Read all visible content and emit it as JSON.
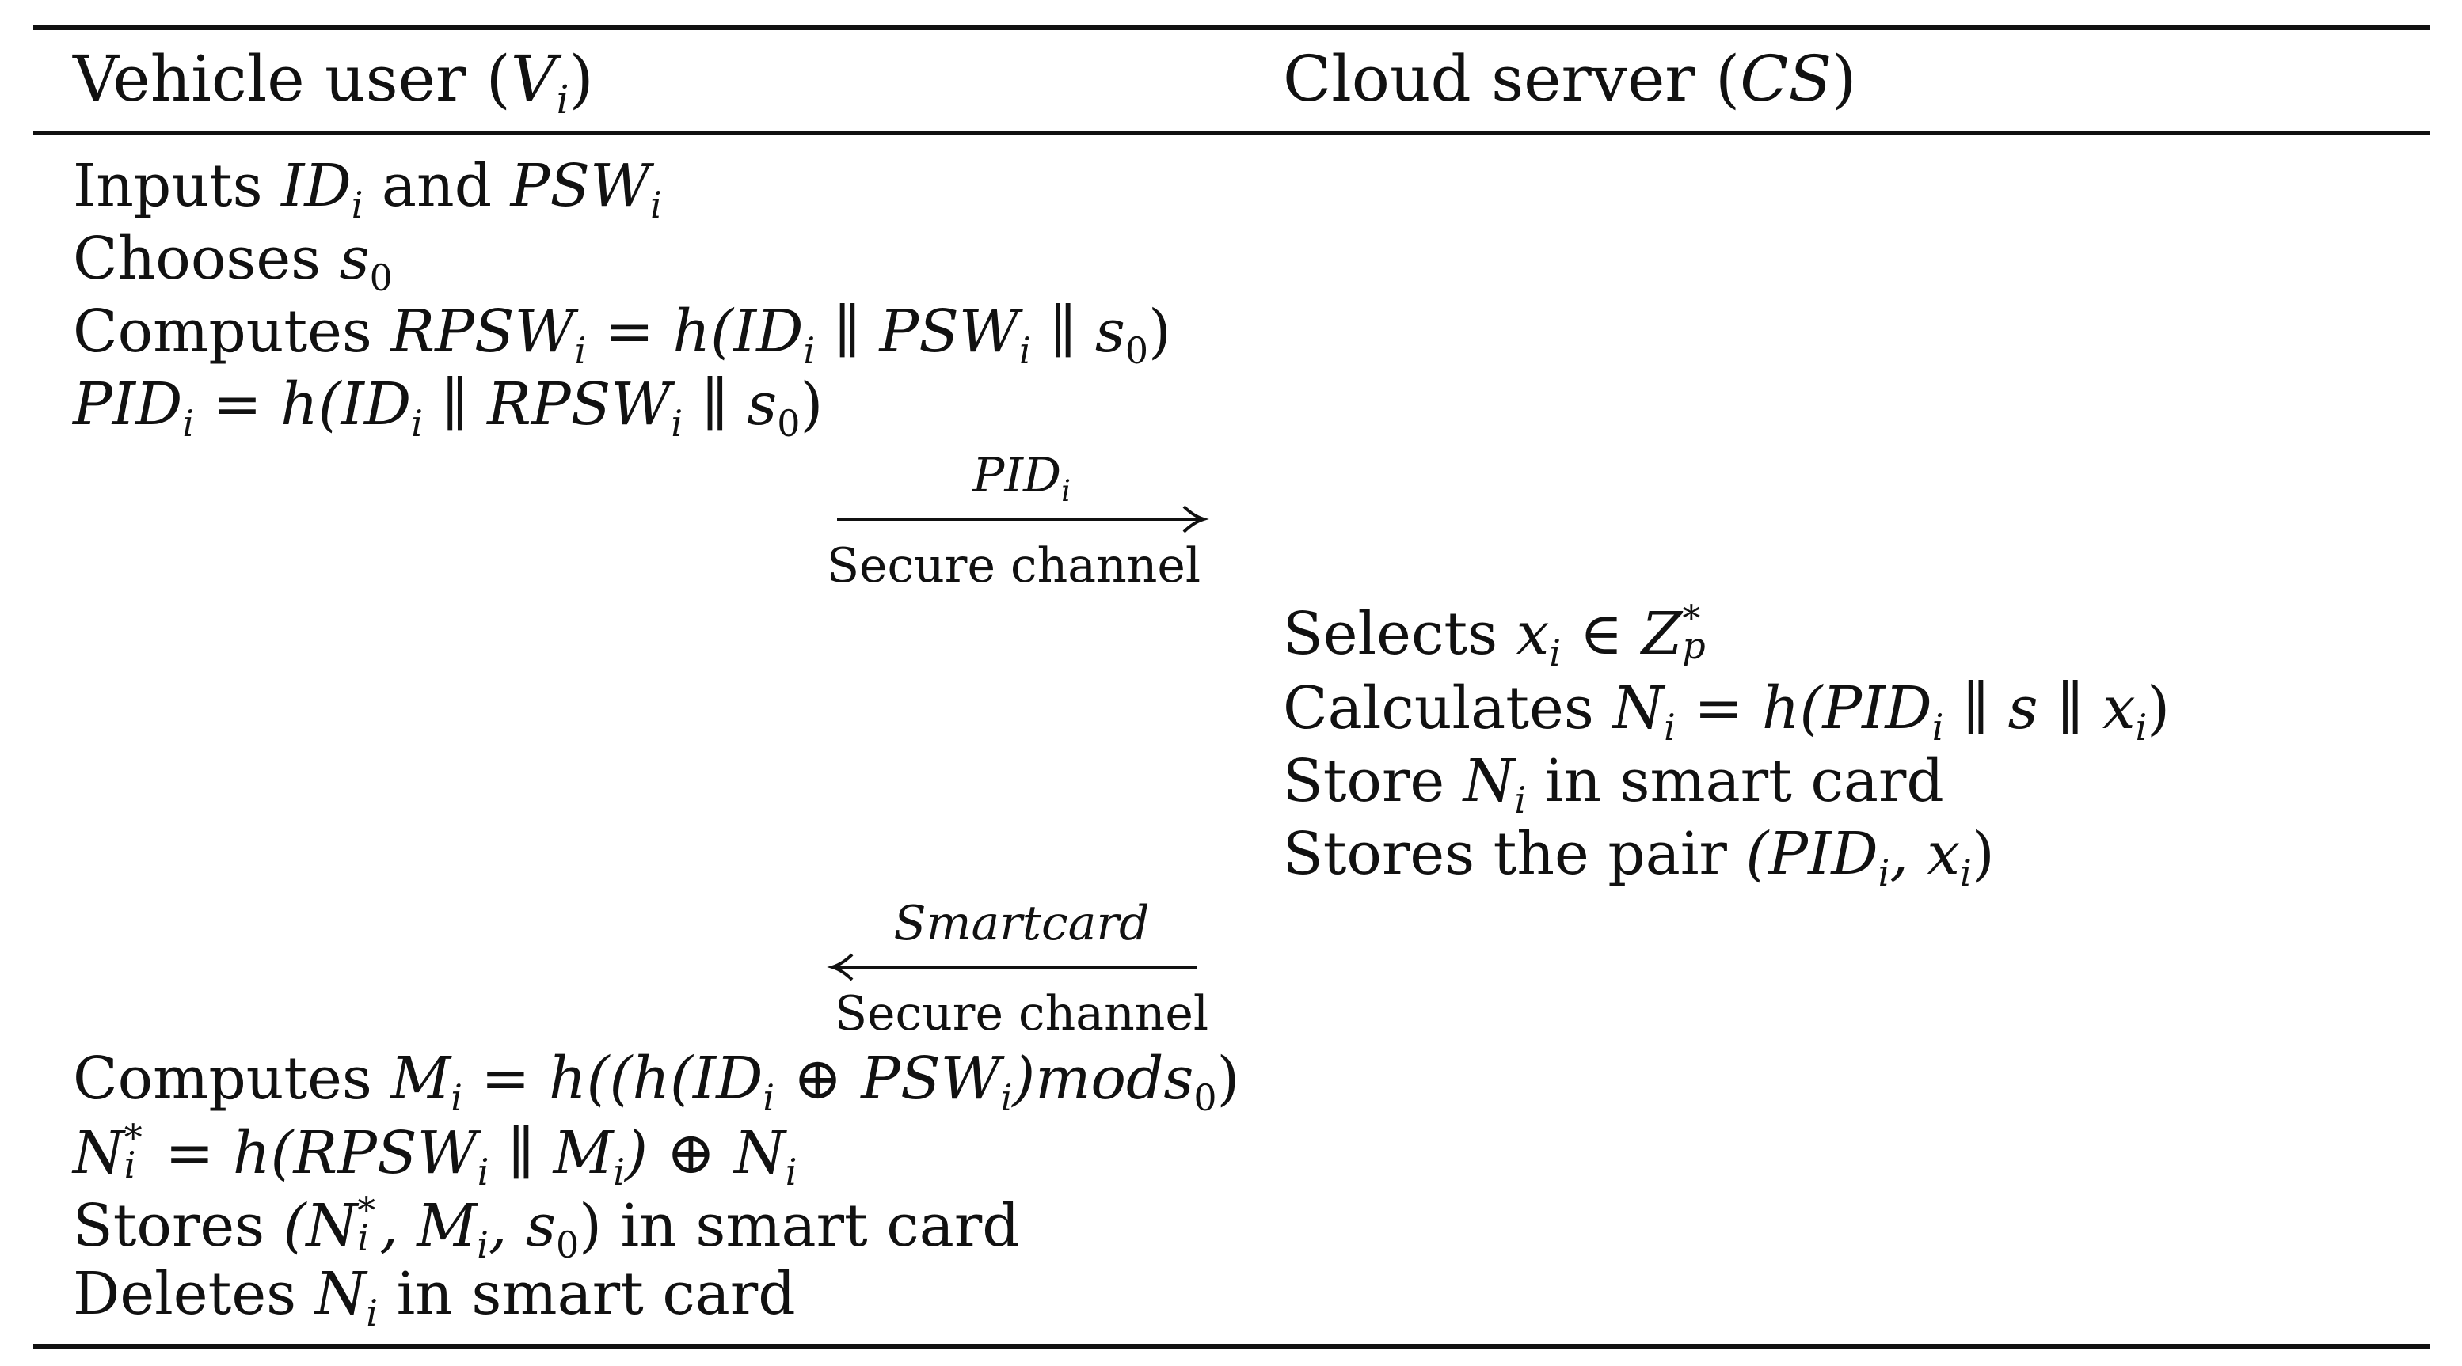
{
  "header": {
    "left_title": "Vehicle user",
    "left_symbol": "V",
    "left_symbol_sub": "i",
    "right_title": "Cloud server",
    "right_symbol": "CS"
  },
  "vehicle_steps_1": {
    "l1_text": "Inputs ",
    "l1_id": "ID",
    "l1_and": " and ",
    "l1_psw": "PSW",
    "l2_text": "Chooses ",
    "l2_s": "s",
    "l3_text": "Computes ",
    "l3_lhs": "RPSW",
    "l3_rhs_a": " = h(ID",
    "l3_rhs_b": " ∥ PSW",
    "l3_rhs_c": " ∥ s",
    "l3_close": ")",
    "l4_lhs": "PID",
    "l4_rhs_a": " = h(ID",
    "l4_rhs_b": " ∥ RPSW",
    "l4_rhs_c": " ∥ s",
    "l4_close": ")"
  },
  "arrow_1": {
    "label": "PID",
    "label_sub": "i",
    "caption": "Secure channel",
    "direction": "right"
  },
  "server_steps": {
    "l1_text": "Selects ",
    "l1_x": "x",
    "l1_in": " ∈ Z",
    "l1_sup": "*",
    "l1_sub": "p",
    "l2_text": "Calculates ",
    "l2_n": "N",
    "l2_rhs_a": " = h(PID",
    "l2_rhs_b": " ∥ s ∥ x",
    "l2_close": ")",
    "l3_text": "Store ",
    "l3_n": "N",
    "l3_tail": " in smart card",
    "l4_text": "Stores the pair ",
    "l4_open": "(PID",
    "l4_mid": ", x",
    "l4_close": ")"
  },
  "arrow_2": {
    "label": "Smartcard",
    "caption": "Secure channel",
    "direction": "left"
  },
  "vehicle_steps_2": {
    "l1_text": "Computes ",
    "l1_m": "M",
    "l1_rhs_a": " = h((h(ID",
    "l1_rhs_b": " ⊕ PSW",
    "l1_rhs_c": ")mods",
    "l1_close": ")",
    "l2_n": "N",
    "l2_rhs_a": " = h(RPSW",
    "l2_rhs_b": " ∥ M",
    "l2_rhs_c": ") ⊕ N",
    "l3_text": "Stores ",
    "l3_open": "(N",
    "l3_m": ", M",
    "l3_s": ", s",
    "l3_close": ")",
    "l3_tail": " in smart card",
    "l4_text": "Deletes ",
    "l4_n": "N",
    "l4_tail": " in smart card"
  },
  "symbols": {
    "i": "i",
    "zero": "0",
    "star": "*"
  }
}
